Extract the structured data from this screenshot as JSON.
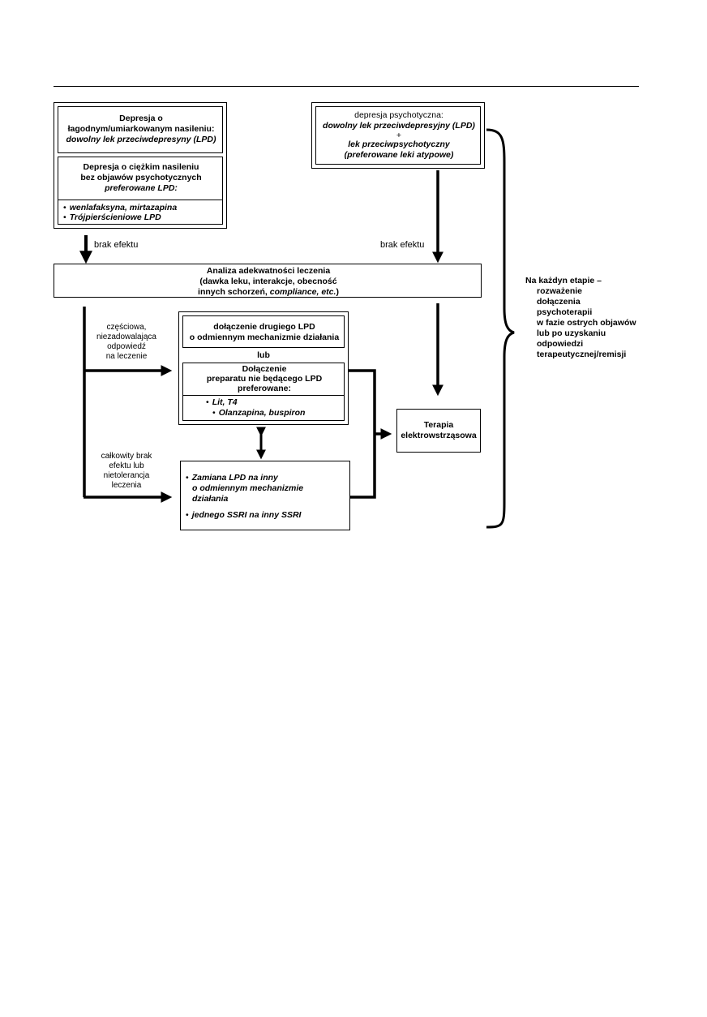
{
  "mild_box": {
    "line1": "Depresja o",
    "line2": "łagodnym/umiarkowanym nasileniu:",
    "line3": "dowolny lek przeciwdepresyny (LPD)"
  },
  "severe_box": {
    "line1": "Depresja o ciężkim nasileniu",
    "line2": "bez objawów psychotycznych",
    "line3": "preferowane LPD:",
    "item1": "wenlafaksyna, mirtazapina",
    "item2": "Trójpierścieniowe LPD"
  },
  "psychotic_box": {
    "line1": "depresja psychotyczna:",
    "line2": "dowolny lek przeciwdepresyjny (LPD)",
    "line3": "+",
    "line4": "lek przeciwpsychotyczny",
    "line5": "(preferowane leki atypowe)"
  },
  "no_effect_left": "brak efektu",
  "no_effect_right": "brak efektu",
  "analysis_box": {
    "line1": "Analiza adekwatności leczenia",
    "line2": "(dawka leku, interakcje, obecność",
    "line3a": "innych schorzeń, ",
    "line3b": "compliance, etc.",
    "line3c": ")"
  },
  "partial_label": {
    "l1": "częściowa,",
    "l2": "niezadowalająca",
    "l3": "odpowiedź",
    "l4": "na leczenie"
  },
  "total_label": {
    "l1": "całkowity brak",
    "l2": "efektu lub",
    "l3": "nietolerancja",
    "l4": "leczenia"
  },
  "augment_box": {
    "opt1_l1": "dołączenie drugiego LPD",
    "opt1_l2": "o odmiennym mechanizmie działania",
    "or": "lub",
    "opt2_l1": "Dołączenie",
    "opt2_l2": "preparatu nie będącego LPD",
    "opt2_l3": "preferowane:",
    "item1": "Lit, T4",
    "item2": "Olanzapina, buspiron"
  },
  "switch_box": {
    "item1_l1": "Zamiana LPD na inny",
    "item1_l2": "o odmiennym mechanizmie",
    "item1_l3": "działania",
    "item2": "jednego SSRI na inny SSRI"
  },
  "ect_box": {
    "line1": "Terapia",
    "line2": "elektrowstrząsowa"
  },
  "side_note": {
    "l1": "Na każdyn etapie –",
    "l2": "rozważenie",
    "l3": "dołączenia",
    "l4": "psychoterapii",
    "l5": "w fazie ostrych objawów",
    "l6": "lub po uzyskaniu",
    "l7": "odpowiedzi",
    "l8": "terapeutycznej/remisji"
  }
}
